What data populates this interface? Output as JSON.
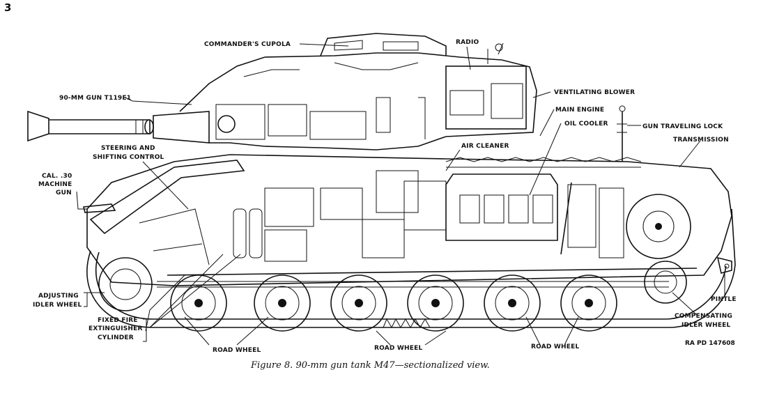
{
  "page_mark": "3",
  "caption": "Figure 8. 90-mm gun tank M47—sectionalized view.",
  "reference_code": "RA PD 147608",
  "labels": {
    "commanders_cupola": "COMMANDER'S CUPOLA",
    "radio": "RADIO",
    "gun": "90-MM GUN T119E1",
    "ventilating_blower": "VENTILATING BLOWER",
    "main_engine": "MAIN ENGINE",
    "oil_cooler": "OIL COOLER",
    "gun_traveling_lock": "GUN TRAVELING LOCK",
    "transmission": "TRANSMISSION",
    "steering_1": "STEERING AND",
    "steering_2": "SHIFTING CONTROL",
    "air_cleaner": "AIR CLEANER",
    "mg_1": "CAL. .30",
    "mg_2": "MACHINE",
    "mg_3": "GUN",
    "adj_idler_1": "ADJUSTING",
    "adj_idler_2": "IDLER WHEEL",
    "fire_ext_1": "FIXED FIRE",
    "fire_ext_2": "EXTINGUISHER",
    "fire_ext_3": "CYLINDER",
    "road_wheel_left": "ROAD WHEEL",
    "road_wheel_center": "ROAD WHEEL",
    "road_wheel_right": "ROAD WHEEL",
    "pintle": "PINTLE",
    "comp_idler_1": "COMPENSATING",
    "comp_idler_2": "IDLER WHEEL"
  }
}
